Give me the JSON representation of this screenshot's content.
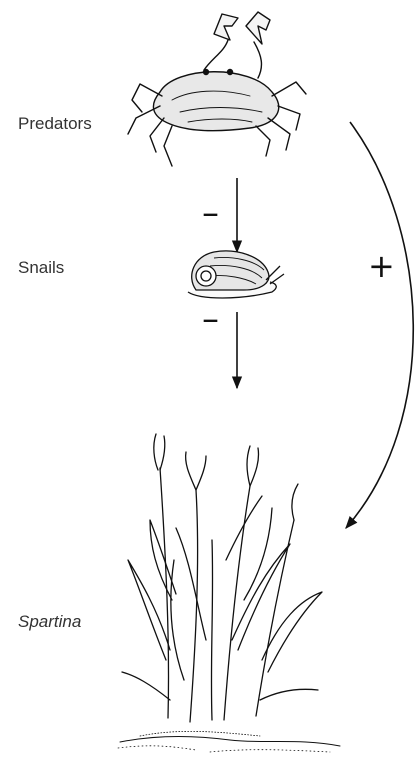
{
  "labels": {
    "predators": "Predators",
    "snails": "Snails",
    "spartina": "Spartina"
  },
  "effects": {
    "predators_to_snails": "–",
    "snails_to_spartina": "–",
    "predators_to_spartina": "+"
  },
  "icons": {
    "predator": "crab-icon",
    "snail": "snail-icon",
    "plant": "spartina-grass-icon"
  }
}
